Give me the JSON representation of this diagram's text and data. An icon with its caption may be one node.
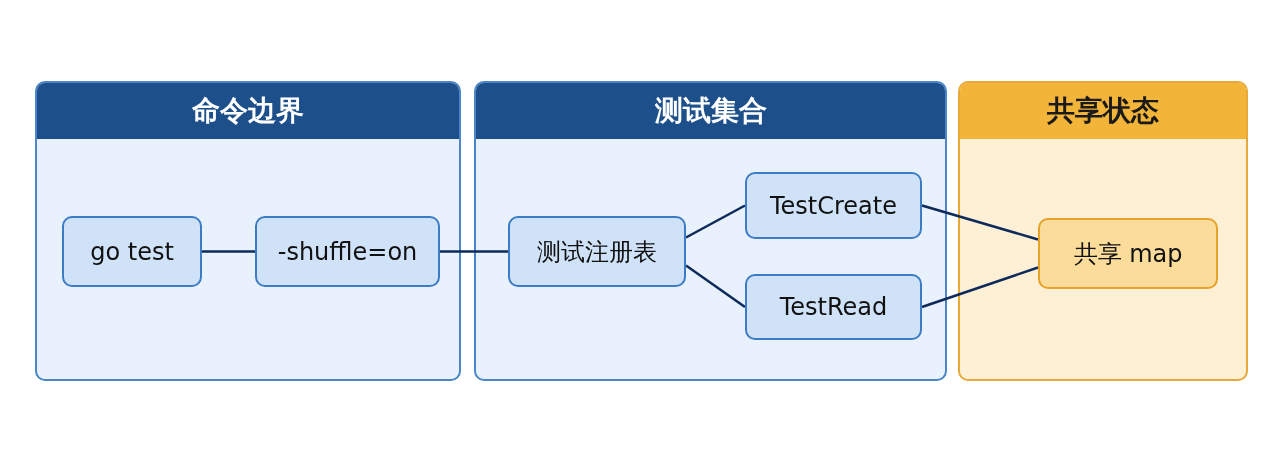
{
  "diagram": {
    "nodes": [
      {
        "text": [
          "命令边界"
        ]
      },
      {
        "text": [
          "go test"
        ],
        "in": 0
      },
      {
        "text": [
          "-shuffle=on"
        ],
        "in": 0
      },
      {
        "text": [
          "测试集合"
        ]
      },
      {
        "text": [
          "测试注册表"
        ],
        "in": 3
      },
      {
        "text": [
          "TestCreate"
        ],
        "in": 3
      },
      {
        "text": [
          "TestRead"
        ],
        "in": 3
      },
      {
        "text": [
          "共享状态"
        ]
      },
      {
        "text": [
          "共享 map"
        ],
        "in": 7
      }
    ],
    "edges": [
      {
        "from": 1,
        "to": 2,
        "arrow": "none"
      },
      {
        "from": 2,
        "to": 4,
        "arrow": "none"
      },
      {
        "from": 4,
        "to": 5,
        "arrow": "none"
      },
      {
        "from": 4,
        "to": 6,
        "arrow": "none"
      },
      {
        "from": 5,
        "to": 8,
        "arrow": "none"
      },
      {
        "from": 6,
        "to": 8,
        "arrow": "none"
      }
    ]
  }
}
